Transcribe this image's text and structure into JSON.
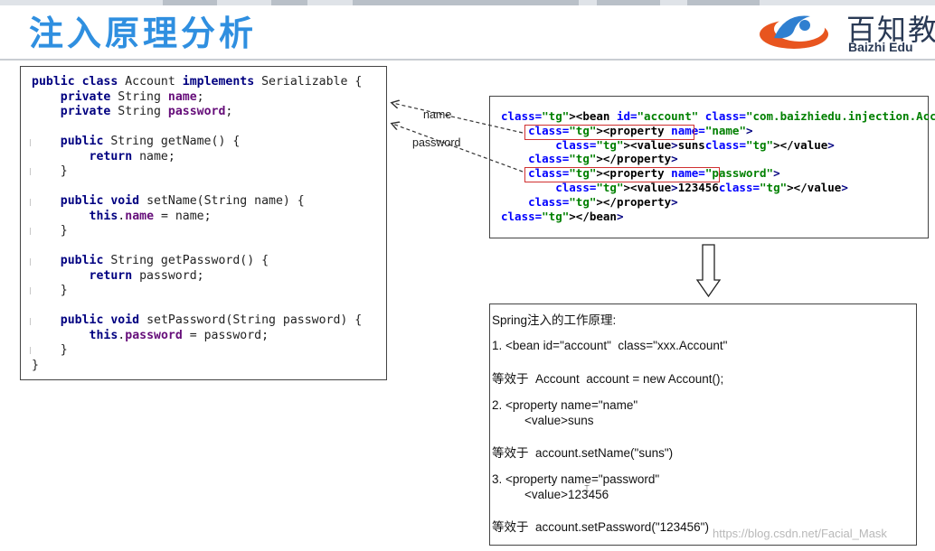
{
  "header": {
    "title": "注入原理分析",
    "logo_cn": "百知教",
    "logo_en": "Baizhi Edu"
  },
  "java_code": {
    "lines": [
      "public class Account implements Serializable {",
      "    private String name;",
      "    private String password;",
      "",
      "    public String getName() {",
      "        return name;",
      "    }",
      "",
      "    public void setName(String name) {",
      "        this.name = name;",
      "    }",
      "",
      "    public String getPassword() {",
      "        return password;",
      "    }",
      "",
      "    public void setPassword(String password) {",
      "        this.password = password;",
      "    }",
      "}"
    ]
  },
  "arrows": {
    "name_label": "name",
    "password_label": "password"
  },
  "xml_config": {
    "lines": [
      "<bean id=\"account\" class=\"com.baizhiedu.injection.Account\">",
      "    <property name=\"name\">",
      "        <value>suns</value>",
      "    </property>",
      "    <property name=\"password\">",
      "        <value>123456</value>",
      "    </property>",
      "</bean>"
    ]
  },
  "explanation": {
    "title": "Spring注入的工作原理:",
    "step1": "1. <bean id=\"account\"  class=\"xxx.Account\"",
    "step1_eq": "等效于  Account  account = new Account();",
    "step2": "2. <property name=\"name\"",
    "step2_value": "<value>suns",
    "step2_eq": "等效于  account.setName(\"suns\")",
    "step3": "3. <property name=\"password\"",
    "step3_value": "<value>123456",
    "step3_eq": "等效于  account.setPassword(\"123456\")"
  },
  "watermark": "https://blog.csdn.net/Facial_Mask",
  "colors": {
    "title_blue": "#2f8fe0",
    "keyword": "#000080",
    "field": "#660e7a",
    "xml_string": "#008000",
    "xml_attr": "#0000ff",
    "highlight_box": "#d03030"
  }
}
